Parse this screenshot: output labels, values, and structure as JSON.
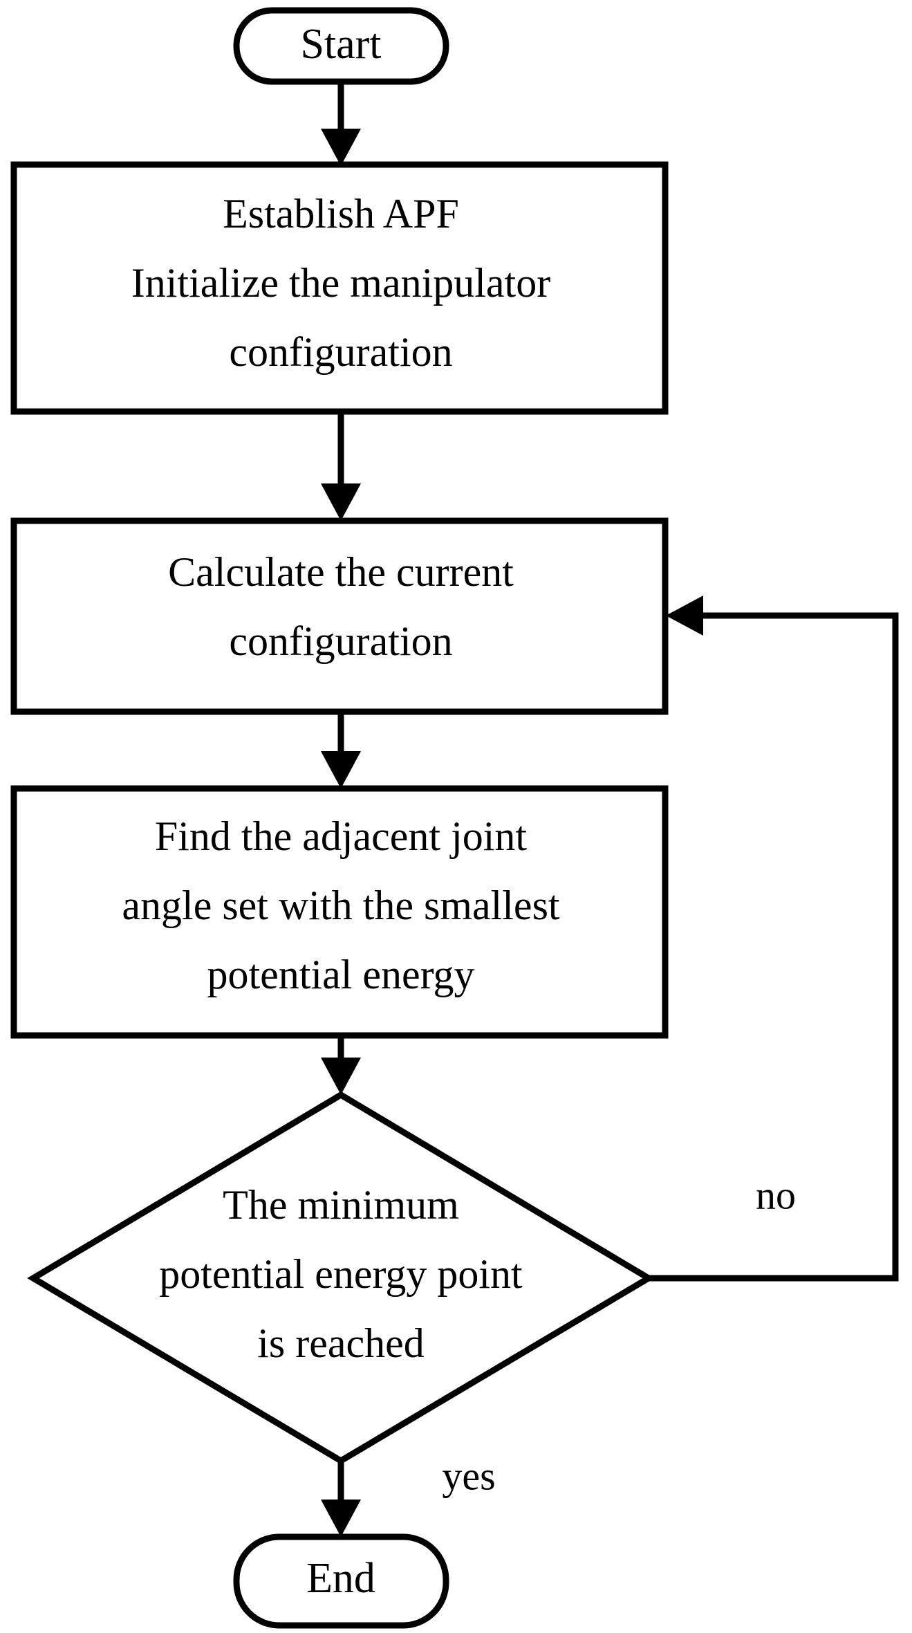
{
  "diagram": {
    "type": "flowchart",
    "title": "APF manipulator configuration search flowchart",
    "background_color": "#ffffff",
    "line_color": "#000000",
    "text_color": "#000000",
    "nodes": [
      {
        "id": "start",
        "shape": "terminator",
        "label": "Start",
        "lines": [
          "Start"
        ]
      },
      {
        "id": "establish-apf",
        "shape": "process",
        "label": "Establish APF Initialize the manipulator configuration",
        "lines": [
          "Establish APF",
          "Initialize the manipulator",
          "configuration"
        ]
      },
      {
        "id": "calculate-current-configuration",
        "shape": "process",
        "label": "Calculate the current configuration",
        "lines": [
          "Calculate the current",
          "configuration"
        ]
      },
      {
        "id": "find-adjacent-joint-angle-set",
        "shape": "process",
        "label": "Find the adjacent joint angle set with the smallest potential energy",
        "lines": [
          "Find the adjacent joint",
          "angle set with the smallest",
          "potential energy"
        ]
      },
      {
        "id": "minimum-potential-energy-check",
        "shape": "decision",
        "label": "The minimum potential energy point is reached",
        "lines": [
          "The minimum",
          "potential energy point",
          "is reached"
        ]
      },
      {
        "id": "end",
        "shape": "terminator",
        "label": "End",
        "lines": [
          "End"
        ]
      }
    ],
    "edges": [
      {
        "id": "start-to-establish",
        "from": "start",
        "to": "establish-apf",
        "label": ""
      },
      {
        "id": "establish-to-calculate",
        "from": "establish-apf",
        "to": "calculate-current-configuration",
        "label": ""
      },
      {
        "id": "calculate-to-find",
        "from": "calculate-current-configuration",
        "to": "find-adjacent-joint-angle-set",
        "label": ""
      },
      {
        "id": "find-to-decision",
        "from": "find-adjacent-joint-angle-set",
        "to": "minimum-potential-energy-check",
        "label": ""
      },
      {
        "id": "decision-no-loop",
        "from": "minimum-potential-energy-check",
        "to": "calculate-current-configuration",
        "label": "no"
      },
      {
        "id": "decision-yes-to-end",
        "from": "minimum-potential-energy-check",
        "to": "end",
        "label": "yes"
      }
    ]
  }
}
